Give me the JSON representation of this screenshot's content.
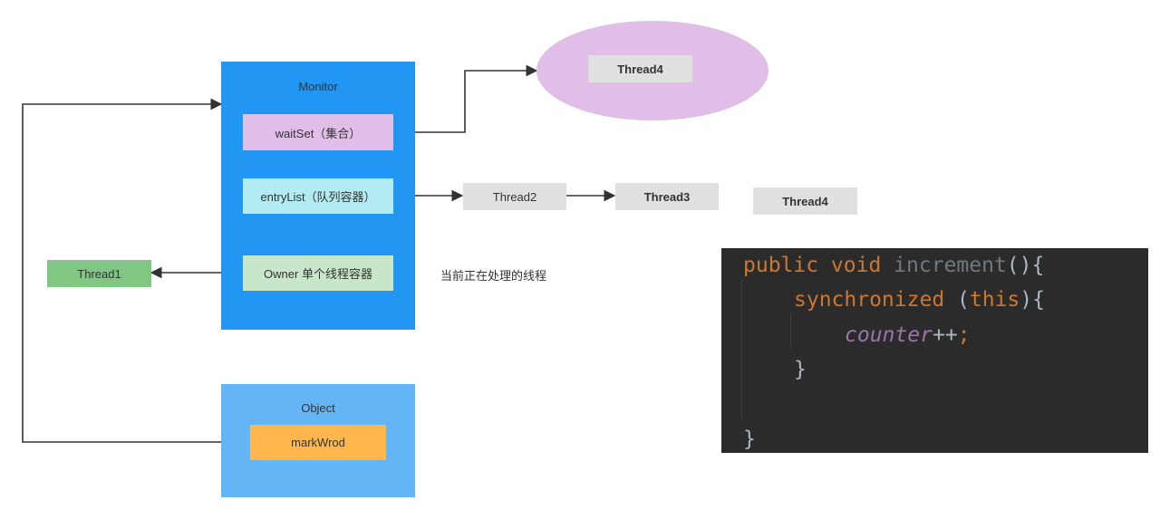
{
  "monitor": {
    "title": "Monitor",
    "wait_set": "waitSet（集合）",
    "entry_list": "entryList（队列容器）",
    "owner": "Owner 单个线程容器"
  },
  "object": {
    "title": "Object",
    "mark_word": "markWrod"
  },
  "wait_set_thread": "Thread4",
  "entry_threads": [
    "Thread2",
    "Thread3",
    "Thread4"
  ],
  "owner_thread": "Thread1",
  "owner_note": "当前正在处理的线程",
  "code": {
    "line1": {
      "kw": "public void ",
      "fn": "increment",
      "rest": "(){"
    },
    "line2": {
      "kw": "synchronized ",
      "open": "(",
      "this": "this",
      "rest": "){"
    },
    "line3": {
      "var": "counter",
      "op": "++",
      "semi": ";"
    },
    "line4": "}",
    "line5": "}"
  },
  "colors": {
    "monitor": "#2196f3",
    "object": "#64b5f6",
    "wait_set": "#e1bee7",
    "entry_list": "#b2ebf2",
    "owner": "#c8e6c9",
    "thread1": "#81c784",
    "mark_word": "#ffb74d",
    "thread_gray": "#e0e0e0",
    "ellipse": "#e1bee7"
  }
}
